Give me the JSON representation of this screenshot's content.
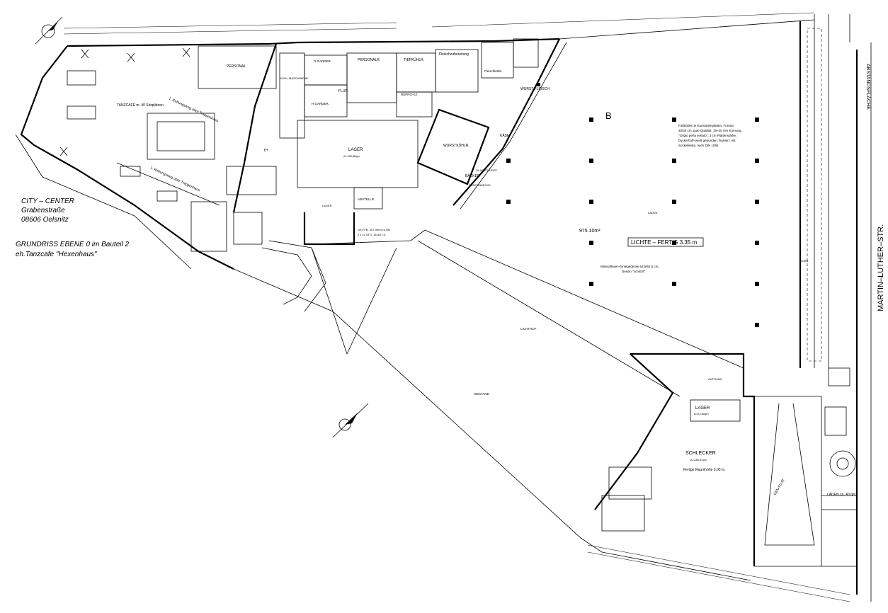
{
  "title_block": {
    "project_line1": "CITY  –  CENTER",
    "project_line2": "Grabenstraße",
    "project_line3": "08606  Oelsnitz",
    "plan_line1": "GRUNDRISS  EBENE  0  im  Bauteil  2",
    "plan_line2": "eh.Tanzcafe  \"Hexenhaus\""
  },
  "street_labels": {
    "martin_luther": "MARTIN–LUTHER–STR.",
    "abstandsflaeche": "ABSTANDSFLÄCHE"
  },
  "zone_labels": {
    "b": "B",
    "lichthof": "LICHTHOF",
    "bestand": "BESTAND",
    "lichte": "LICHTE – FERTIG 3.35 m",
    "area_975": "975.10m²",
    "gen_flur": "GEN-FLUR",
    "vorb": "VORB."
  },
  "rooms": {
    "tanzcafe": "TANZCAFE  m. 40 Sitzplätzen",
    "rettungsweg1": "1. Rettungsweg über Treppenhaus",
    "rettungsweg2": "1. Rettungsweg über Treppenhaus",
    "personal": "PERSONAL",
    "lager": "LAGER",
    "lager_area": "A=138,88qm",
    "lager_small": "LAGER",
    "personalr": "PERSONALR.",
    "tiefkuehlr": "TIEFKÜHLR.",
    "fleischzubereitung": "Fleischzubereitung",
    "fleischkuehlr": "Fleischkühlr.",
    "kuehlmaschinenr": "KÜHL-MASCHINENR.",
    "dgarder": "D.GARDER.",
    "hgarder": "H.GARDER.",
    "flur": "FLUR",
    "repro": "REPRO-KZ.",
    "wurstkuehlr": "WURSTKÜHLR.",
    "abstellr": "ABSTELLR.",
    "wurst_fleisch": "WURST/FLEISCH",
    "kaese": "KÄSE",
    "baecker": "BÄCKER",
    "glasschuerze": "GLASSCHÜRZE",
    "pontondecke": "PONTONDECKE",
    "laden_b": "LADEN",
    "schlecker": "SCHLECKER",
    "schlecker_area": "A=238,57qm",
    "raumhoehe": "Fertige Raumhöhe 3,00 m.",
    "lager_schlecker": "LAGER",
    "lager_schlecker_area": "A=23,80qm",
    "laden_40": "LADEN ca. 40 qm",
    "aufgang": "AUFGANG",
    "th": "TH"
  },
  "notes": {
    "fussboden": [
      "Fußböden in Kunststeinplatten, Format",
      "30/30 cm, gute Qualität, 15–30 mm Körnung,",
      "\"Grigio perla venato\", 3 cm Plattenstärke,",
      "Dyckerhoff–weiß gebunden, fluatiert, mit",
      "Sockelleiste, nach DIN 1055"
    ],
    "decke": [
      "Mineralfaser–Einlegedecke 62,5/62,5 cm,",
      "Dessin \"schlicht\""
    ],
    "okffb": "OK.FFB. 397.395 m.ü.NN",
    "stg": "2 x 11 STG. 16,5/27,5"
  }
}
